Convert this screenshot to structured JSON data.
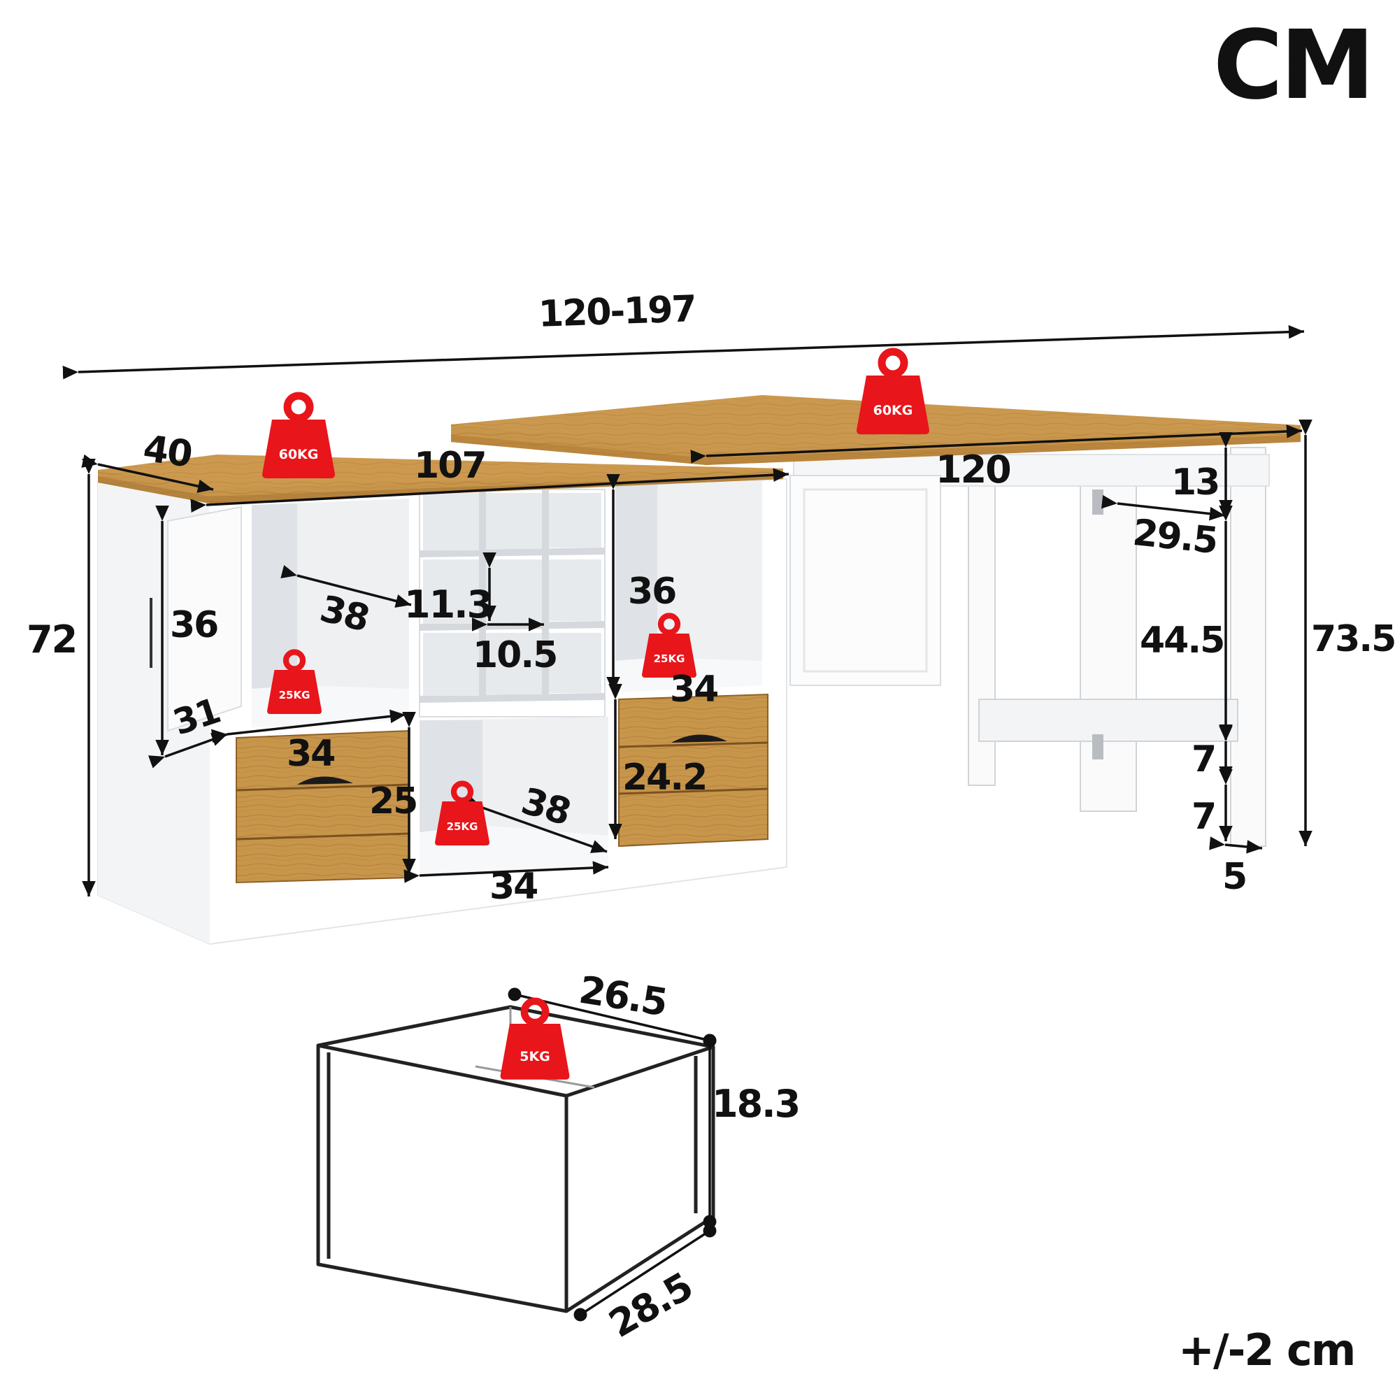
{
  "unit_label": "CM",
  "tolerance_note": "+/-2 cm",
  "colors": {
    "wood": "#c8964b",
    "wood_dark": "#a87634",
    "panel": "#ffffff",
    "panel_shade": "#e9ecef",
    "line": "#111111",
    "weight_badge": "#e8151b"
  },
  "weight_badges": [
    {
      "id": "top-left",
      "text": "60KG"
    },
    {
      "id": "top-right",
      "text": "60KG"
    },
    {
      "id": "shelf-left",
      "text": "25KG"
    },
    {
      "id": "shelf-right",
      "text": "25KG"
    },
    {
      "id": "shelf-bottom",
      "text": "25KG"
    },
    {
      "id": "drawer",
      "text": "5KG"
    }
  ],
  "dimensions": {
    "total_width": "120-197",
    "depth": "40",
    "cabinet_width": "107",
    "desk_width": "120",
    "cabinet_height": "72",
    "desk_height": "73.5",
    "door_height": "36",
    "door_depth": "31",
    "shelf_depth_left": "38",
    "cube_height": "11.3",
    "cube_width": "10.5",
    "right_shelf_height": "36",
    "right_shelf_width": "34",
    "left_drawer_width": "34",
    "left_drawer_height": "25",
    "bottom_shelf_depth": "38",
    "bottom_shelf_width": "34",
    "right_drawer_height": "24.2",
    "apron": "13",
    "leg_spacing": "29.5",
    "leg_clearance": "44.5",
    "stretcher_height": "7",
    "stretcher_gap": "7",
    "foot": "5",
    "drawer_depth": "26.5",
    "drawer_height": "18.3",
    "drawer_width": "28.5"
  }
}
